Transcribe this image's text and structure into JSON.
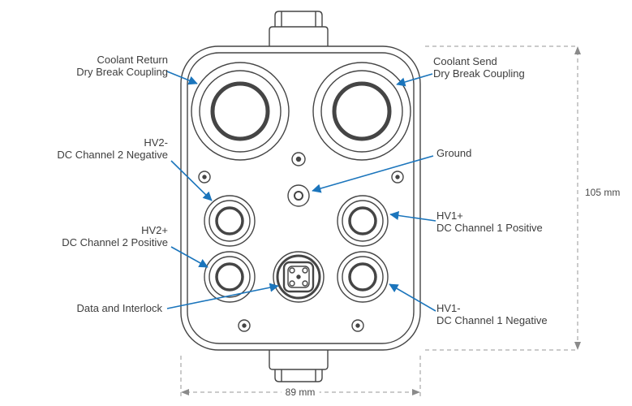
{
  "labels": {
    "coolant_return": {
      "line1": "Coolant Return",
      "line2": "Dry Break Coupling"
    },
    "coolant_send": {
      "line1": "Coolant Send",
      "line2": "Dry Break Coupling"
    },
    "hv2_negative": {
      "line1": "HV2-",
      "line2": "DC Channel 2 Negative"
    },
    "hv2_positive": {
      "line1": "HV2+",
      "line2": "DC Channel 2 Positive"
    },
    "hv1_positive": {
      "line1": "HV1+",
      "line2": "DC Channel 1 Positive"
    },
    "hv1_negative": {
      "line1": "HV1-",
      "line2": "DC Channel 1 Negative"
    },
    "ground": {
      "line1": "Ground"
    },
    "data_interlock": {
      "line1": "Data and Interlock"
    }
  },
  "dimensions": {
    "height_label": "105 mm",
    "width_label": "89 mm"
  },
  "colors": {
    "leader_arrow": "#1b75bc",
    "outline": "#454545",
    "dimension_line": "#979797",
    "text": "#3d3d3d"
  }
}
